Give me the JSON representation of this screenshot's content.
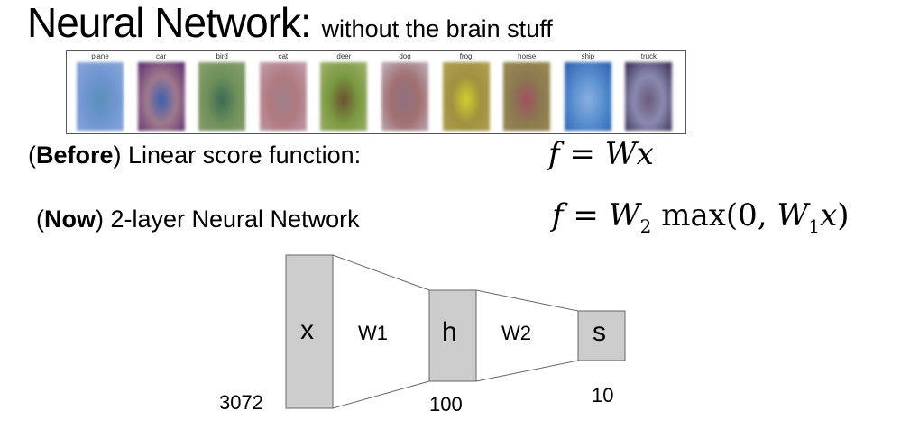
{
  "title": {
    "main": "Neural Network:",
    "subtitle": "without the brain stuff"
  },
  "templates": {
    "classes": [
      "plane",
      "car",
      "bird",
      "cat",
      "deer",
      "dog",
      "frog",
      "horse",
      "ship",
      "truck"
    ],
    "colors": [
      [
        "#6f95d0",
        "#5a8fb8",
        "#8aa7d8"
      ],
      [
        "#a07a8c",
        "#3b5fb0",
        "#5a2a70"
      ],
      [
        "#6f8f5a",
        "#3a6a55",
        "#8aa070"
      ],
      [
        "#b07a80",
        "#a0808a",
        "#c0a0b0"
      ],
      [
        "#7a9a40",
        "#6a5030",
        "#a0b070"
      ],
      [
        "#a07070",
        "#907080",
        "#c0b0c0"
      ],
      [
        "#a09040",
        "#d0d030",
        "#b0a050"
      ],
      [
        "#8a7a50",
        "#a05060",
        "#9a8a50"
      ],
      [
        "#5a90d0",
        "#8ab0e0",
        "#2a60b0"
      ],
      [
        "#8a8ab0",
        "#6a5a7a",
        "#3a2a50"
      ]
    ]
  },
  "before": {
    "bold": "Before",
    "text": ") Linear score function:",
    "open": "("
  },
  "now": {
    "bold": "Now",
    "text": ") 2-layer Neural Network",
    "open": "("
  },
  "formula1": {
    "f": "f",
    "eq": "=",
    "W": "W",
    "x": "x"
  },
  "formula2": {
    "f": "f",
    "eq": "=",
    "W2": "W",
    "sub2": "2",
    "max": "max(0,",
    "W1": "W",
    "sub1": "1",
    "x": "x",
    "close": ")"
  },
  "diagram": {
    "nodes": {
      "x": "x",
      "h": "h",
      "s": "s"
    },
    "weights": {
      "w1": "W1",
      "w2": "W2"
    },
    "sizes": {
      "x": "3072",
      "h": "100",
      "s": "10"
    },
    "box_fill": "#cccccc",
    "box_stroke": "#666666"
  }
}
